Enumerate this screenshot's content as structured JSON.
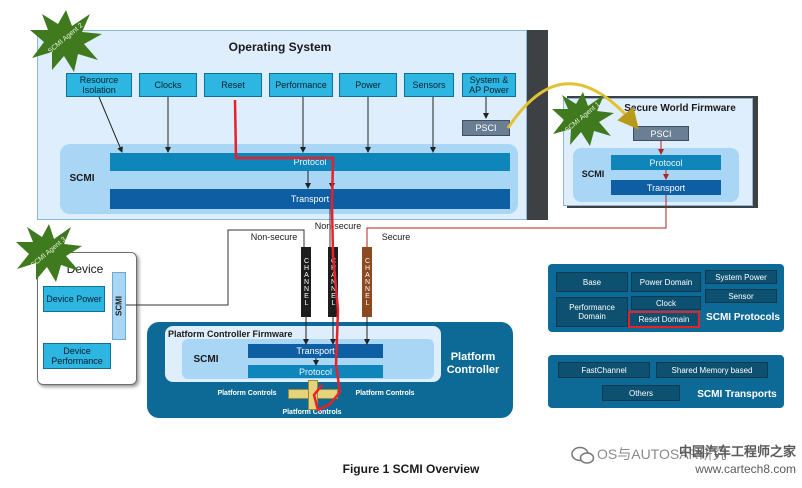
{
  "os": {
    "title": "Operating System",
    "services": [
      "Resource Isolation",
      "Clocks",
      "Reset",
      "Performance",
      "Power",
      "Sensors",
      "System & AP Power"
    ],
    "psci": "PSCI",
    "scmi_label": "SCMI",
    "protocol": "Protocol",
    "transport": "Transport"
  },
  "agents": {
    "agent2": "SCMI Agent 2",
    "agent1": "SCMI Agent 1",
    "agent3": "SCMI Agent 3"
  },
  "secure_world": {
    "title": "Secure World Firmware",
    "psci": "PSCI",
    "scmi_label": "SCMI",
    "protocol": "Protocol",
    "transport": "Transport"
  },
  "links": {
    "non_secure_left": "Non-secure",
    "non_secure_mid": "Non-secure",
    "secure": "Secure",
    "channel": "CHANNEL"
  },
  "device": {
    "title": "Device",
    "power": "Device Power",
    "performance": "Device Performance",
    "scmi": "SCMI"
  },
  "platform": {
    "firmware_title": "Platform Controller Firmware",
    "scmi_label": "SCMI",
    "transport": "Transport",
    "protocol": "Protocol",
    "controller_label": "Platform Controller",
    "controls_left": "Platform Controls",
    "controls_right": "Platform Controls",
    "controls_bottom": "Platform Controls"
  },
  "protocols": {
    "title": "SCMI Protocols",
    "items": [
      "Base",
      "Power Domain",
      "System Power",
      "Sensor",
      "Performance Domain",
      "Clock",
      "Reset Domain"
    ]
  },
  "transports": {
    "title": "SCMI Transports",
    "items": [
      "FastChannel",
      "Shared Memory based",
      "Others"
    ]
  },
  "caption": "Figure 1 SCMI Overview",
  "watermark": {
    "line1": "OS与AUTOSAR研究",
    "line2": "中国汽车工程师之家",
    "line3": "www.cartech8.com"
  },
  "colors": {
    "os_background": "#dfeefc",
    "service_box": "#2cb6e1",
    "transport_bar": "#0d5ea3",
    "platform_controller": "#0d6a96",
    "highlight_red": "#e8202a",
    "agent_burst": "#3f7a1f"
  }
}
